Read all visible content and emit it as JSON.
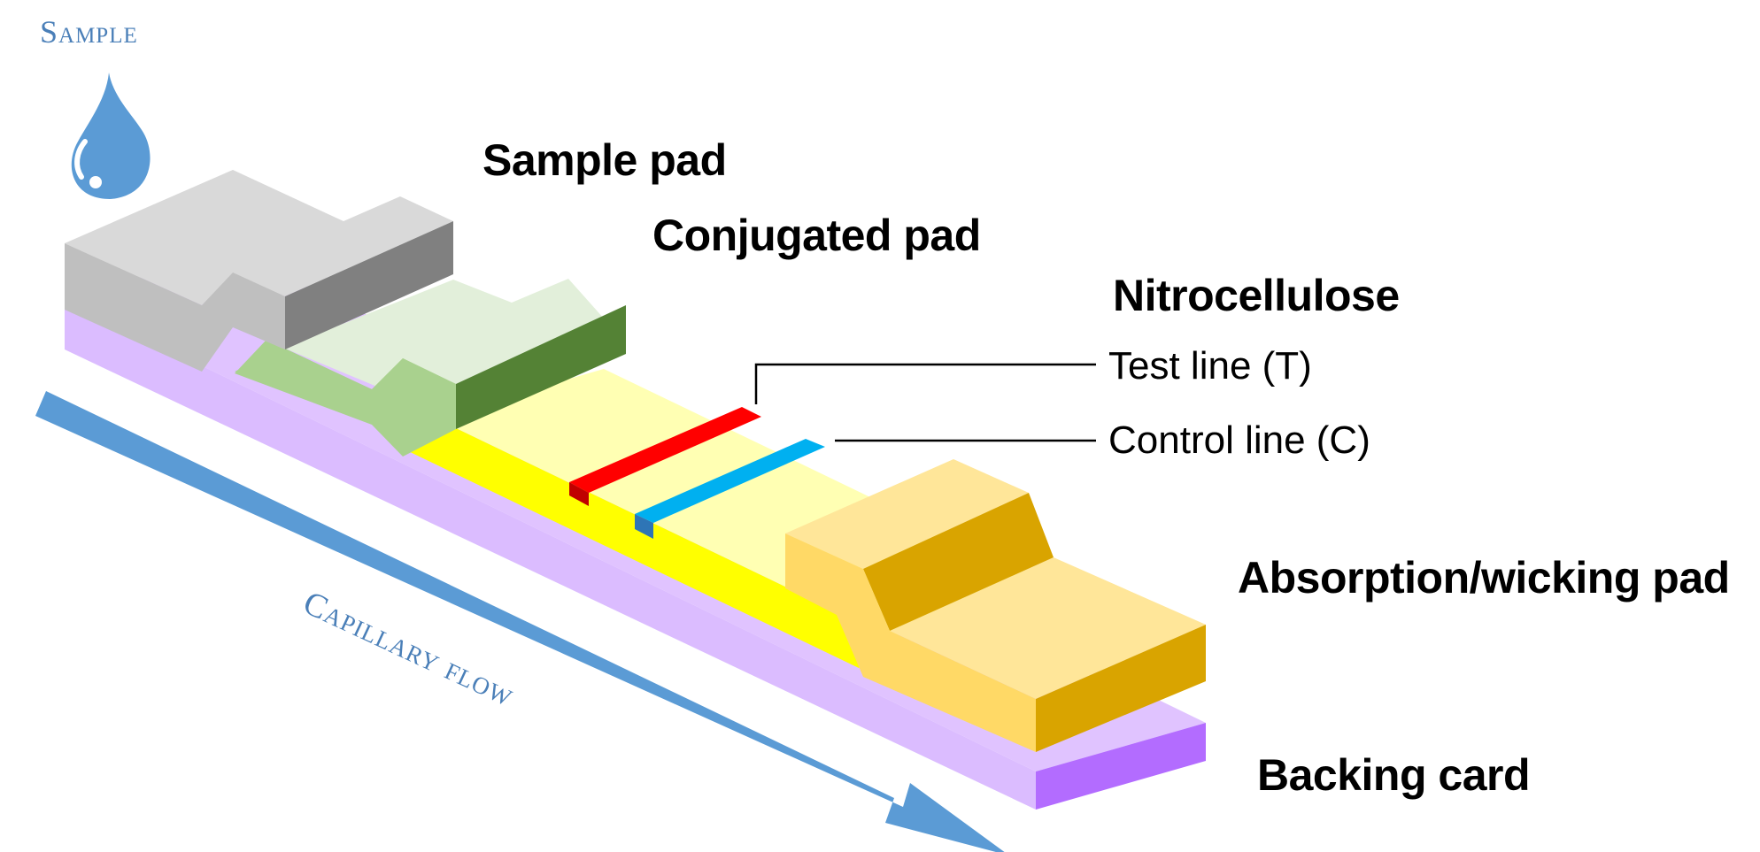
{
  "labels": {
    "sample": "Sample",
    "sample_pad": "Sample pad",
    "conjugated_pad": "Conjugated pad",
    "nitrocellulose": "Nitrocellulose",
    "test_line": "Test line (T)",
    "control_line": "Control line (C)",
    "absorption_pad": "Absorption/wicking pad",
    "backing_card": "Backing card",
    "capillary_flow": "Capillary flow"
  },
  "colors": {
    "sample_drop": "#5b9bd5",
    "sample_pad_top": "#d9d9d9",
    "sample_pad_front": "#bfbfbf",
    "sample_pad_side": "#808080",
    "conjugated_pad_top": "#e2efda",
    "conjugated_pad_front": "#a9d18e",
    "conjugated_pad_side": "#548235",
    "nitrocellulose_top": "#ffffb3",
    "nitrocellulose_front": "#ffff00",
    "test_line": "#ff0000",
    "test_line_side": "#c00000",
    "control_line": "#00b0f0",
    "control_line_side": "#2e75b6",
    "absorption_pad_top": "#ffe699",
    "absorption_pad_front": "#ffd966",
    "absorption_pad_side": "#d9a400",
    "backing_card_top": "#e0c3ff",
    "backing_card_front": "#dbbcff",
    "backing_card_side": "#b36cff",
    "flow_arrow": "#5b9bd5",
    "flow_text": "#4a7fb8"
  }
}
